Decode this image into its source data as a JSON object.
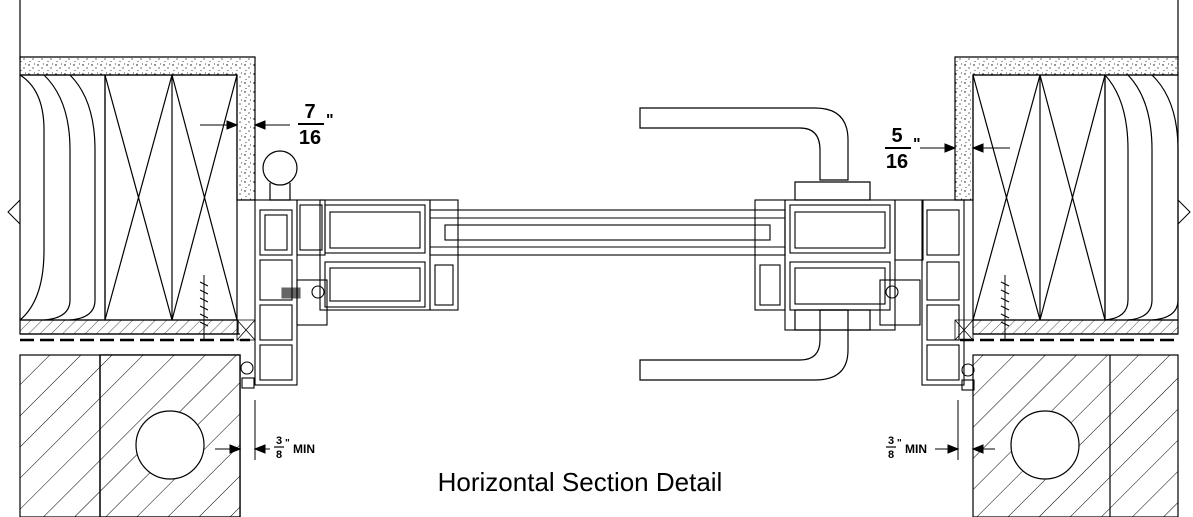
{
  "caption": "Horizontal Section Detail",
  "dimensions": {
    "left_gap": {
      "numerator": "7",
      "denominator": "16",
      "unit": "\""
    },
    "right_gap": {
      "numerator": "5",
      "denominator": "16",
      "unit": "\""
    },
    "left_min": {
      "numerator": "3",
      "denominator": "8",
      "unit": "\"",
      "suffix": "MIN"
    },
    "right_min": {
      "numerator": "3",
      "denominator": "8",
      "unit": "\"",
      "suffix": "MIN"
    }
  },
  "colors": {
    "line": "#000000",
    "background": "#ffffff"
  }
}
